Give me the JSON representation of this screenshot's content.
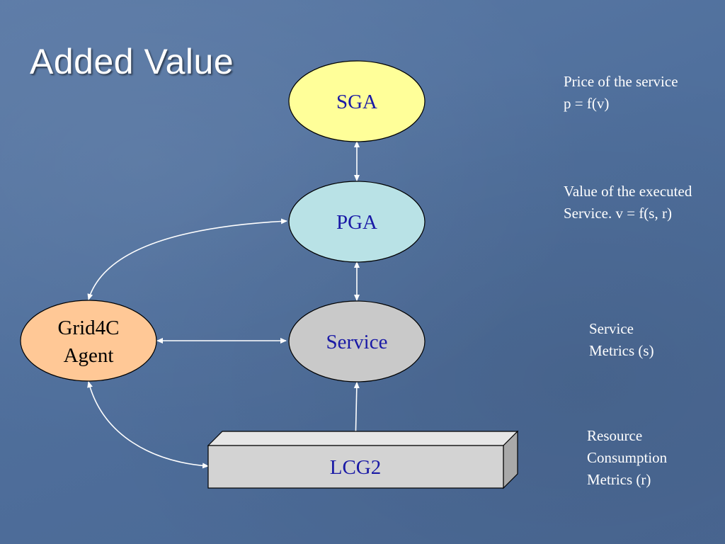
{
  "slide": {
    "title": "Added Value"
  },
  "nodes": {
    "sga": "SGA",
    "pga": "PGA",
    "service": "Service",
    "agent_line1": "Grid4C",
    "agent_line2": "Agent",
    "lcg2": "LCG2"
  },
  "notes": {
    "price_line1": "Price of the service",
    "price_line2": "p = f(v)",
    "value_line1": "Value of the executed",
    "value_line2": "Service. v = f(s, r)",
    "service_metrics_line1": "Service",
    "service_metrics_line2": "Metrics (s)",
    "resource_line1": "Resource",
    "resource_line2": "Consumption",
    "resource_line3": "Metrics (r)"
  },
  "colors": {
    "sga_fill": "#ffff99",
    "pga_fill": "#b9e2e6",
    "service_fill": "#c9c9c9",
    "agent_fill": "#ffc896",
    "lcg2_fill": "#d3d3d3",
    "text_blue": "#1a1aa6"
  }
}
